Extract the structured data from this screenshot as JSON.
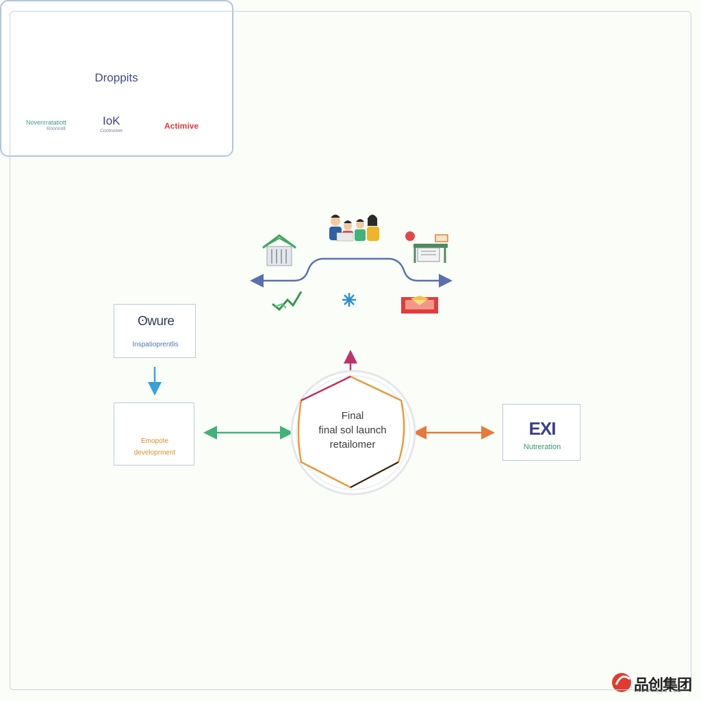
{
  "top_panel": {
    "title": "Droppits",
    "items": [
      {
        "label": "Novenrratatiott",
        "sublabel": "Roonnoll"
      },
      {
        "label": "IoK",
        "sublabel": "Cootnoiwe"
      },
      {
        "label": "Actimive"
      }
    ]
  },
  "card_network": {
    "title": "ʘwure",
    "subtitle": "Inspatioprentlis"
  },
  "card_development": {
    "line1": "Emopote",
    "line2": "developrment"
  },
  "card_exi": {
    "title": "EXI",
    "subtitle": "Nutreration"
  },
  "center": {
    "line1": "Final",
    "line2": "final sol launch",
    "line3": "retailomer"
  },
  "watermark": {
    "brand": "品创集团",
    "url": "WWW.PBIDS.COM"
  },
  "colors": {
    "blue_arrow": "#5a6fb0",
    "green_arrow": "#3fb37a",
    "orange_arrow": "#e8793a",
    "magenta_arrow": "#c0336a",
    "cyan_arrow": "#3aa0d8"
  }
}
